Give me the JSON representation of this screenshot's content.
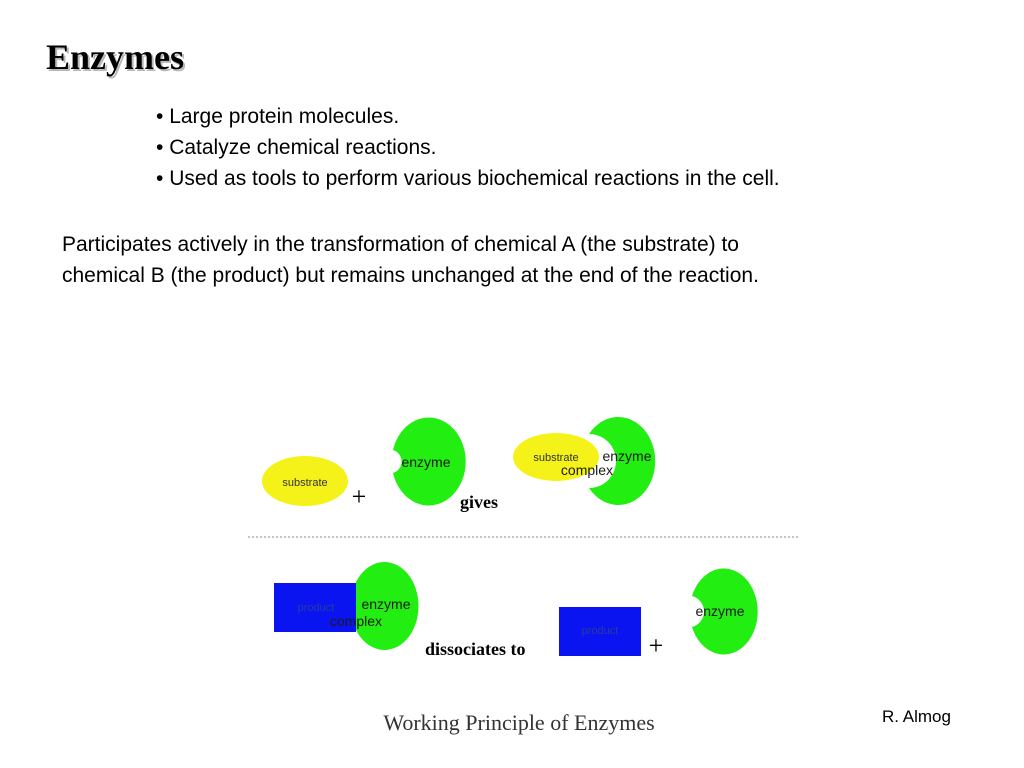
{
  "slide": {
    "title": "Enzymes",
    "bullets": [
      "Large protein molecules.",
      "Catalyze chemical reactions.",
      "Used as tools to perform various biochemical reactions in the cell."
    ],
    "paragraph_lines": [
      "Participates actively in the transformation of chemical A (the substrate) to",
      "chemical B (the product) but remains unchanged at the end of the reaction."
    ],
    "credit": "R. Almog"
  },
  "diagram": {
    "caption": "Working Principle of Enzymes",
    "label_substrate": "substrate",
    "label_enzyme": "enzyme",
    "label_complex": "complex",
    "label_product": "product",
    "plus": "+",
    "gives": "gives",
    "dissociates_to": "dissociates to",
    "colors": {
      "enzyme": "#22ee11",
      "substrate": "#f5f21a",
      "product": "#0a14f0",
      "product_text": "#2a3c9a"
    }
  }
}
